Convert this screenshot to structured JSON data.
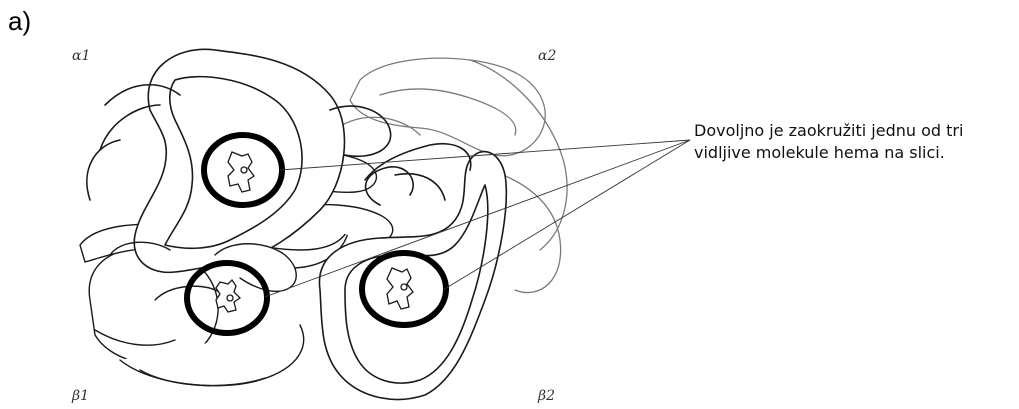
{
  "part_label": "a)",
  "subunit_labels": {
    "alpha1": "α1",
    "alpha2": "α2",
    "beta1": "β1",
    "beta2": "β2"
  },
  "annotation": {
    "line1": "Dovoljno je zaokružiti jednu od tri",
    "line2": "vidljive molekule hema na slici."
  },
  "heme_groups": [
    {
      "id": "heme-alpha1",
      "subunit": "α1"
    },
    {
      "id": "heme-beta1",
      "subunit": "β1"
    },
    {
      "id": "heme-beta2",
      "subunit": "β2"
    }
  ],
  "colors": {
    "ink": "#1a1a1a",
    "tube_fill": "#ffffff",
    "circle": "#000000"
  }
}
